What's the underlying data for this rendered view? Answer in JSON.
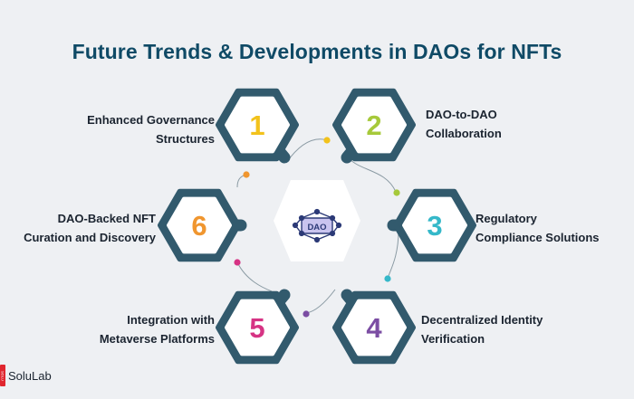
{
  "title": "Future Trends & Developments in DAOs for NFTs",
  "center": {
    "text": "DAO"
  },
  "trends": [
    {
      "number": "1",
      "label": "Enhanced Governance\nStructures",
      "color": "#f2c21b"
    },
    {
      "number": "2",
      "label": "DAO-to-DAO\nCollaboration",
      "color": "#a6c93a"
    },
    {
      "number": "3",
      "label": "Regulatory\nCompliance Solutions",
      "color": "#35b8c9"
    },
    {
      "number": "4",
      "label": "Decentralized Identity\nVerification",
      "color": "#7b4da3"
    },
    {
      "number": "5",
      "label": "Integration with\nMetaverse Platforms",
      "color": "#d63384"
    },
    {
      "number": "6",
      "label": "DAO-Backed NFT\nCuration and Discovery",
      "color": "#f0962f"
    }
  ],
  "logo": {
    "text": "SoluLab",
    "mark": "SOLU"
  },
  "colors": {
    "hex_frame": "#325a6d",
    "title": "#0f4a66",
    "background": "#eef0f3"
  }
}
